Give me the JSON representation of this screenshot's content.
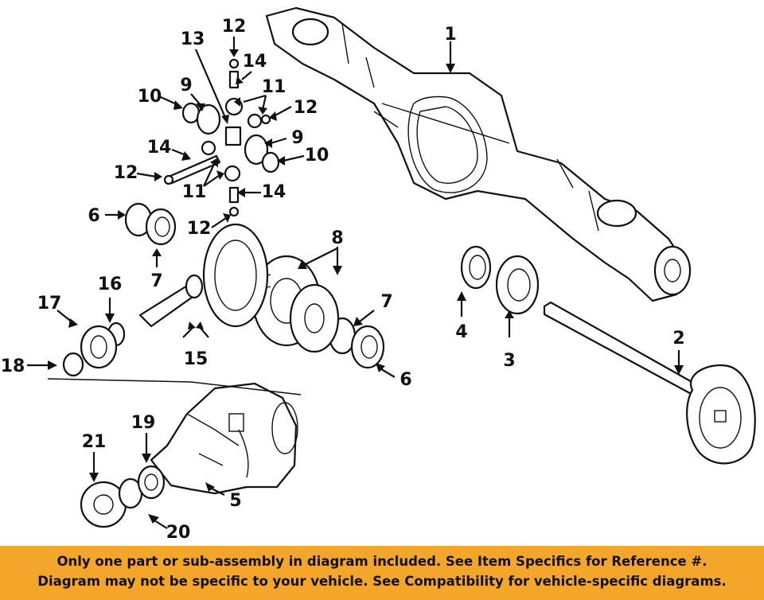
{
  "callouts": [
    "1",
    "2",
    "3",
    "4",
    "5",
    "6",
    "6",
    "7",
    "7",
    "8",
    "9",
    "9",
    "10",
    "10",
    "11",
    "11",
    "12",
    "12",
    "12",
    "12",
    "13",
    "14",
    "14",
    "14",
    "15",
    "16",
    "17",
    "18",
    "19",
    "20",
    "21"
  ],
  "footer": {
    "line1": "Only one part or sub-assembly in diagram included. See Item Specifics for Reference #.",
    "line2": "Diagram may not be specific to your vehicle. See Compatibility for vehicle-specific diagrams."
  },
  "colors": {
    "footer_bg": "#f4a62a",
    "ink": "#111111",
    "background": "#ffffff"
  }
}
